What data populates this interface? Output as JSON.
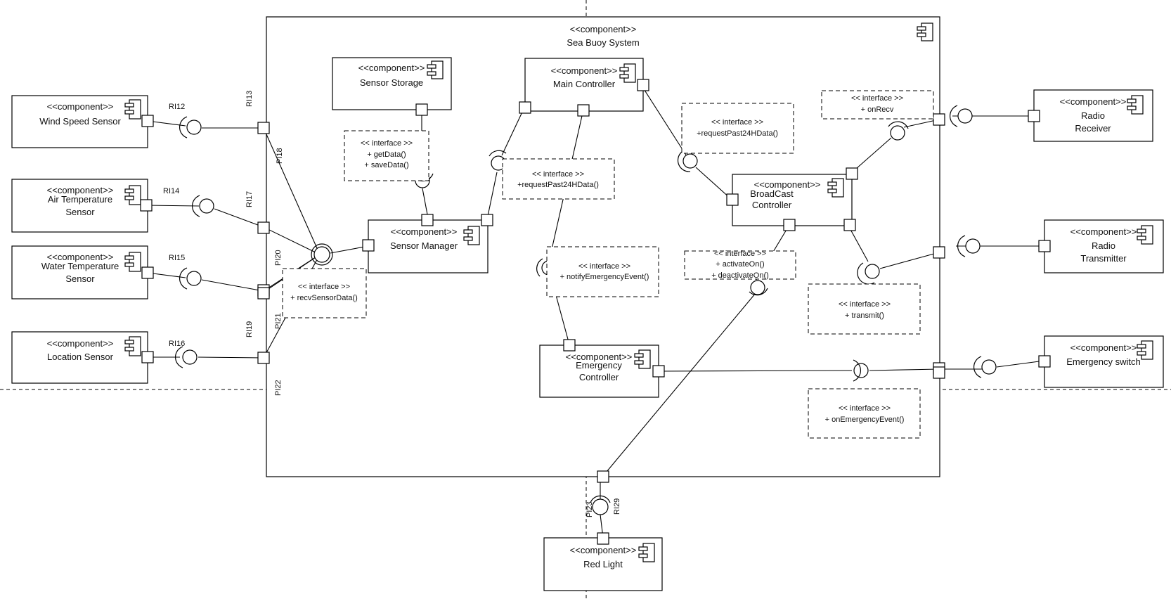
{
  "diagram": {
    "system": {
      "stereotype": "<<component>>",
      "name": "Sea Buoy System"
    },
    "external_components": {
      "wind_speed_sensor": {
        "stereotype": "<<component>>",
        "name": "Wind Speed Sensor"
      },
      "air_temperature_sensor": {
        "stereotype": "<<component>>",
        "name_line1": "Air Temperature",
        "name_line2": "Sensor"
      },
      "water_temperature_sensor": {
        "stereotype": "<<component>>",
        "name_line1": "Water Temperature",
        "name_line2": "Sensor"
      },
      "location_sensor": {
        "stereotype": "<<component>>",
        "name": "Location Sensor"
      },
      "radio_receiver": {
        "stereotype": "<<component>>",
        "name_line1": "Radio",
        "name_line2": "Receiver"
      },
      "radio_transmitter": {
        "stereotype": "<<component>>",
        "name_line1": "Radio",
        "name_line2": "Transmitter"
      },
      "emergency_switch": {
        "stereotype": "<<component>>",
        "name": "Emergency switch"
      },
      "red_light": {
        "stereotype": "<<component>>",
        "name": "Red Light"
      }
    },
    "internal_components": {
      "sensor_storage": {
        "stereotype": "<<component>>",
        "name": "Sensor Storage"
      },
      "main_controller": {
        "stereotype": "<<component>>",
        "name": "Main Controller"
      },
      "sensor_manager": {
        "stereotype": "<<component>>",
        "name": "Sensor Manager"
      },
      "broadcast_controller": {
        "stereotype": "<<component>>",
        "name_line1": "BroadCast",
        "name_line2": "Controller"
      },
      "emergency_controller": {
        "stereotype": "<<component>>",
        "name_line1": "Emergency",
        "name_line2": "Controller"
      }
    },
    "interfaces": {
      "storage": {
        "title": "<< interface >>",
        "line1": "+ getData()",
        "line2": "+ saveData()"
      },
      "recv_sensor": {
        "title": "<< interface >>",
        "line1": "+ recvSensorData()"
      },
      "request_left": {
        "title": "<< interface >>",
        "line1": "+requestPast24HData()"
      },
      "request_right": {
        "title": "<< interface >>",
        "line1": "+requestPast24HData()"
      },
      "notify_emergency": {
        "title": "<< interface >>",
        "line1": "+ notifyEmergencyEvent()"
      },
      "activate": {
        "title": "<< interface >>",
        "line1": "+ activateOn()",
        "line2": "+ deactivateOn()"
      },
      "on_recv": {
        "title": "<< interface >>",
        "line1": "+ onRecv"
      },
      "transmit": {
        "title": "<< interface >>",
        "line1": "+ transmit()"
      },
      "on_emergency": {
        "title": "<< interface >>",
        "line1": "+ onEmergencyEvent()"
      }
    },
    "port_labels": {
      "ri12": "RI12",
      "ri14": "RI14",
      "ri15": "RI15",
      "ri16": "RI16",
      "ri13": "RI13",
      "ri17": "RI17",
      "ri19": "RI19",
      "pi18": "PI18",
      "pi20": "PI20",
      "pi21": "PI21",
      "pi22": "PI22",
      "pi23": "PI23",
      "ri29": "RI29"
    }
  }
}
